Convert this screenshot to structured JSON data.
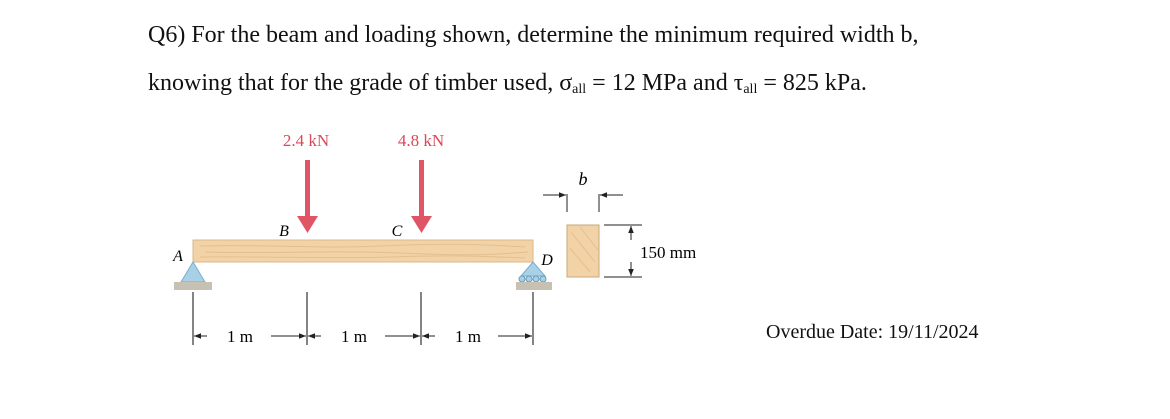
{
  "question": {
    "line1": "Q6) For the beam and loading shown, determine the minimum required width b,",
    "line2_start": "knowing that for the grade of timber used, σ",
    "sigma_sub": "all",
    "line2_mid": " = 12 MPa and τ",
    "tau_sub": "all",
    "line2_end": " = 825 kPa."
  },
  "figure": {
    "load_b": "2.4 kN",
    "load_c": "4.8 kN",
    "point_a": "A",
    "point_b": "B",
    "point_c": "C",
    "point_d": "D",
    "dim_width": "b",
    "dim_height": "150 mm",
    "span_1": "1 m",
    "span_2": "1 m",
    "span_3": "1 m",
    "colors": {
      "beam": "#f2d3a8",
      "load_arrow": "#e05566",
      "support": "#a8d0e6",
      "ground": "#c7c1b4"
    }
  },
  "footer": {
    "due": "Overdue Date: 19/11/2024"
  }
}
